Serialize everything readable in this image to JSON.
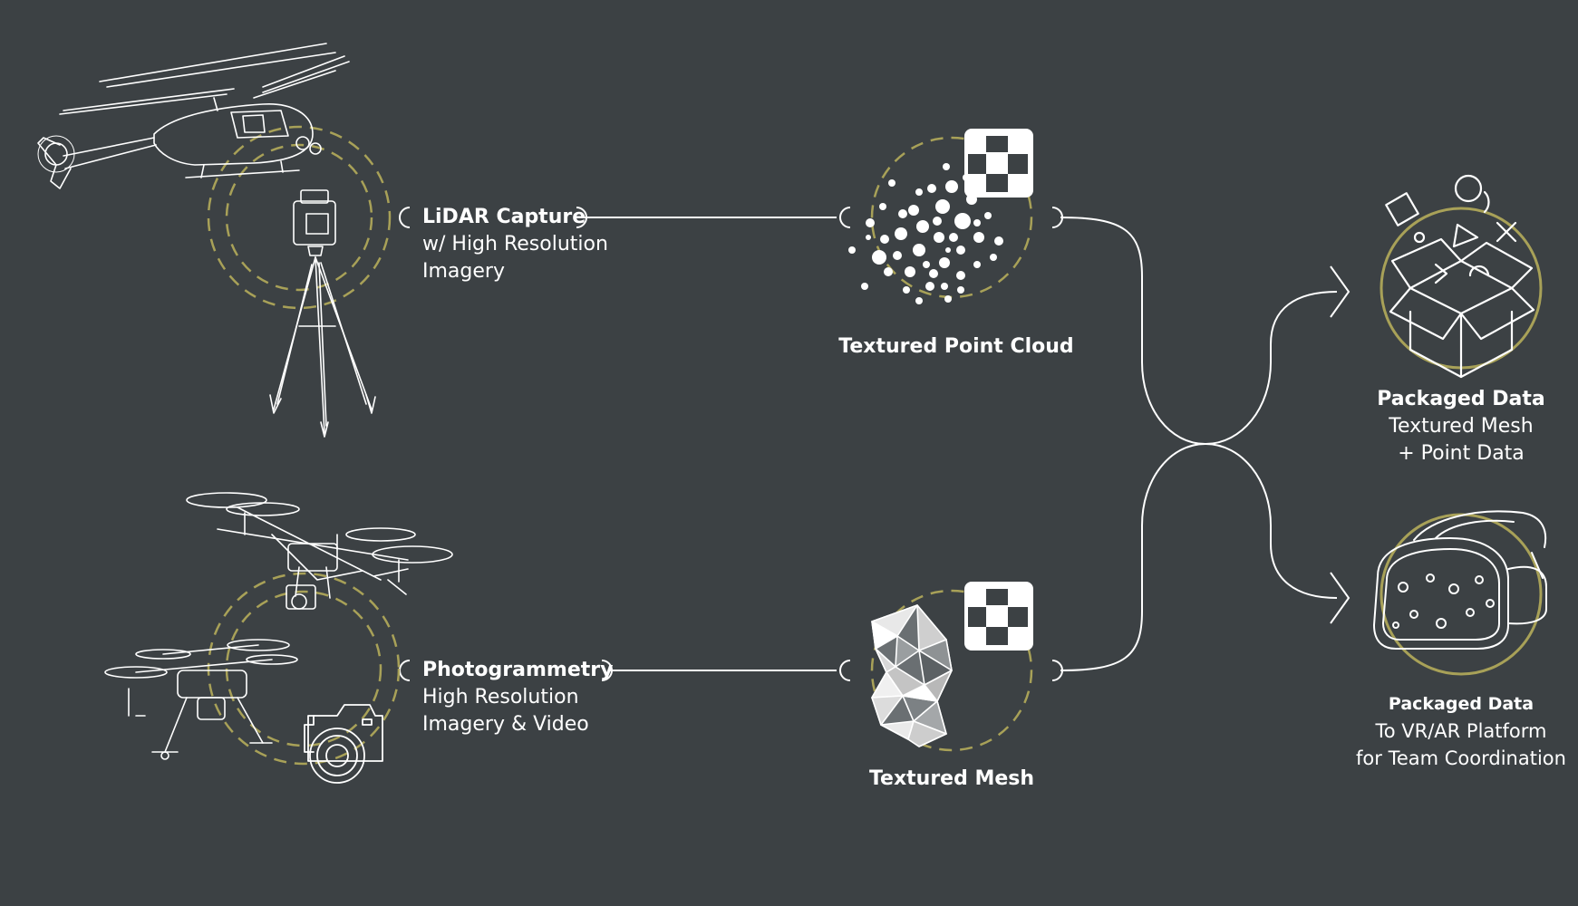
{
  "colors": {
    "background": "#3c4144",
    "line": "#ffffff",
    "accent": "#a8a158"
  },
  "sources": [
    {
      "title": "LiDAR Capture",
      "subtitle_lines": [
        "w/ High Resolution",
        "Imagery"
      ],
      "icons": [
        "helicopter-icon",
        "laser-scanner-tripod-icon"
      ]
    },
    {
      "title": "Photogrammetry",
      "subtitle_lines": [
        "High Resolution",
        "Imagery & Video"
      ],
      "icons": [
        "octocopter-drone-icon",
        "quadcopter-drone-icon",
        "camera-icon"
      ]
    }
  ],
  "processed": [
    {
      "title": "Textured Point Cloud",
      "icons": [
        "point-cloud-icon",
        "checker-texture-icon"
      ]
    },
    {
      "title": "Textured Mesh",
      "icons": [
        "mesh-icon",
        "checker-texture-icon"
      ]
    }
  ],
  "outputs": [
    {
      "title": "Packaged Data",
      "subtitle_lines": [
        "Textured Mesh",
        "+ Point Data"
      ],
      "icons": [
        "open-box-icon"
      ]
    },
    {
      "title": "Packaged Data",
      "subtitle_lines": [
        "To VR/AR Platform",
        "for Team Coordination"
      ],
      "icons": [
        "vr-headset-icon"
      ]
    }
  ]
}
